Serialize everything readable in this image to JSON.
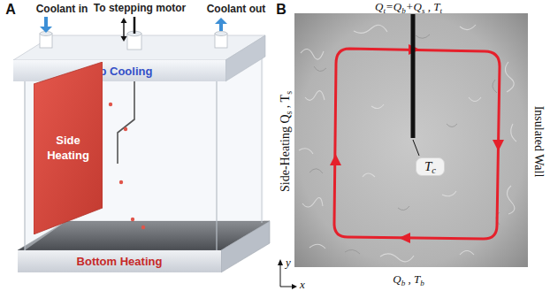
{
  "diagram": {
    "nodes": [
      {
        "text": [
          "Top Cooling"
        ]
      },
      {
        "text": [
          "Side Heating"
        ]
      },
      {
        "text": [
          "Bottom Heating"
        ]
      },
      {
        "text": [
          "Tc"
        ]
      }
    ],
    "labels": [
      "A",
      "Coolant in",
      "To stepping motor",
      "Coolant out",
      "B",
      "Qt=Qb+Qs , Tt",
      "Side-Heating Qs , Ts",
      "Insulated Wall",
      "Qb , Tb",
      "y",
      "x"
    ]
  }
}
